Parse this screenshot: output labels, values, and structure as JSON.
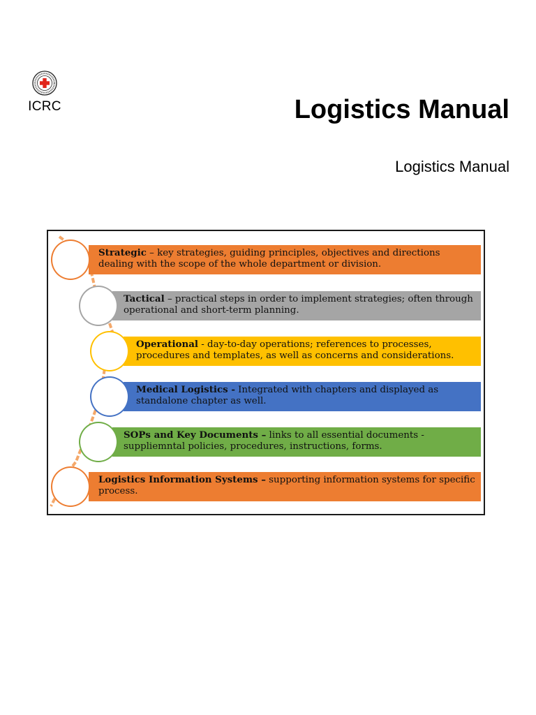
{
  "header": {
    "logo_text": "ICRC",
    "title": "Logistics Manual",
    "subtitle": "Logistics Manual"
  },
  "diagram": {
    "items": [
      {
        "term": "Strategic",
        "desc": " – key strategies, guiding principles, objectives and directions dealing with the scope of the whole department or division.",
        "color": "#ED7D31"
      },
      {
        "term": "Tactical",
        "desc": " – practical steps in order to implement strategies; often through operational and short-term planning.",
        "color": "#A5A5A5"
      },
      {
        "term": "Operational",
        "desc": " - day-to-day operations; references to processes, procedures and templates, as well as concerns and considerations.",
        "color": "#FFC000"
      },
      {
        "term": "Medical Logistics -",
        "desc": " Integrated with chapters and displayed as standalone chapter as well.",
        "color": "#4472C4"
      },
      {
        "term": "SOPs and Key Documents –",
        "desc": " links to all essential documents - suppliemntal policies, procedures, instructions, forms.",
        "color": "#70AD47"
      },
      {
        "term": "Logistics Information Systems –",
        "desc": " supporting information systems for specific process.",
        "color": "#ED7D31"
      }
    ]
  }
}
